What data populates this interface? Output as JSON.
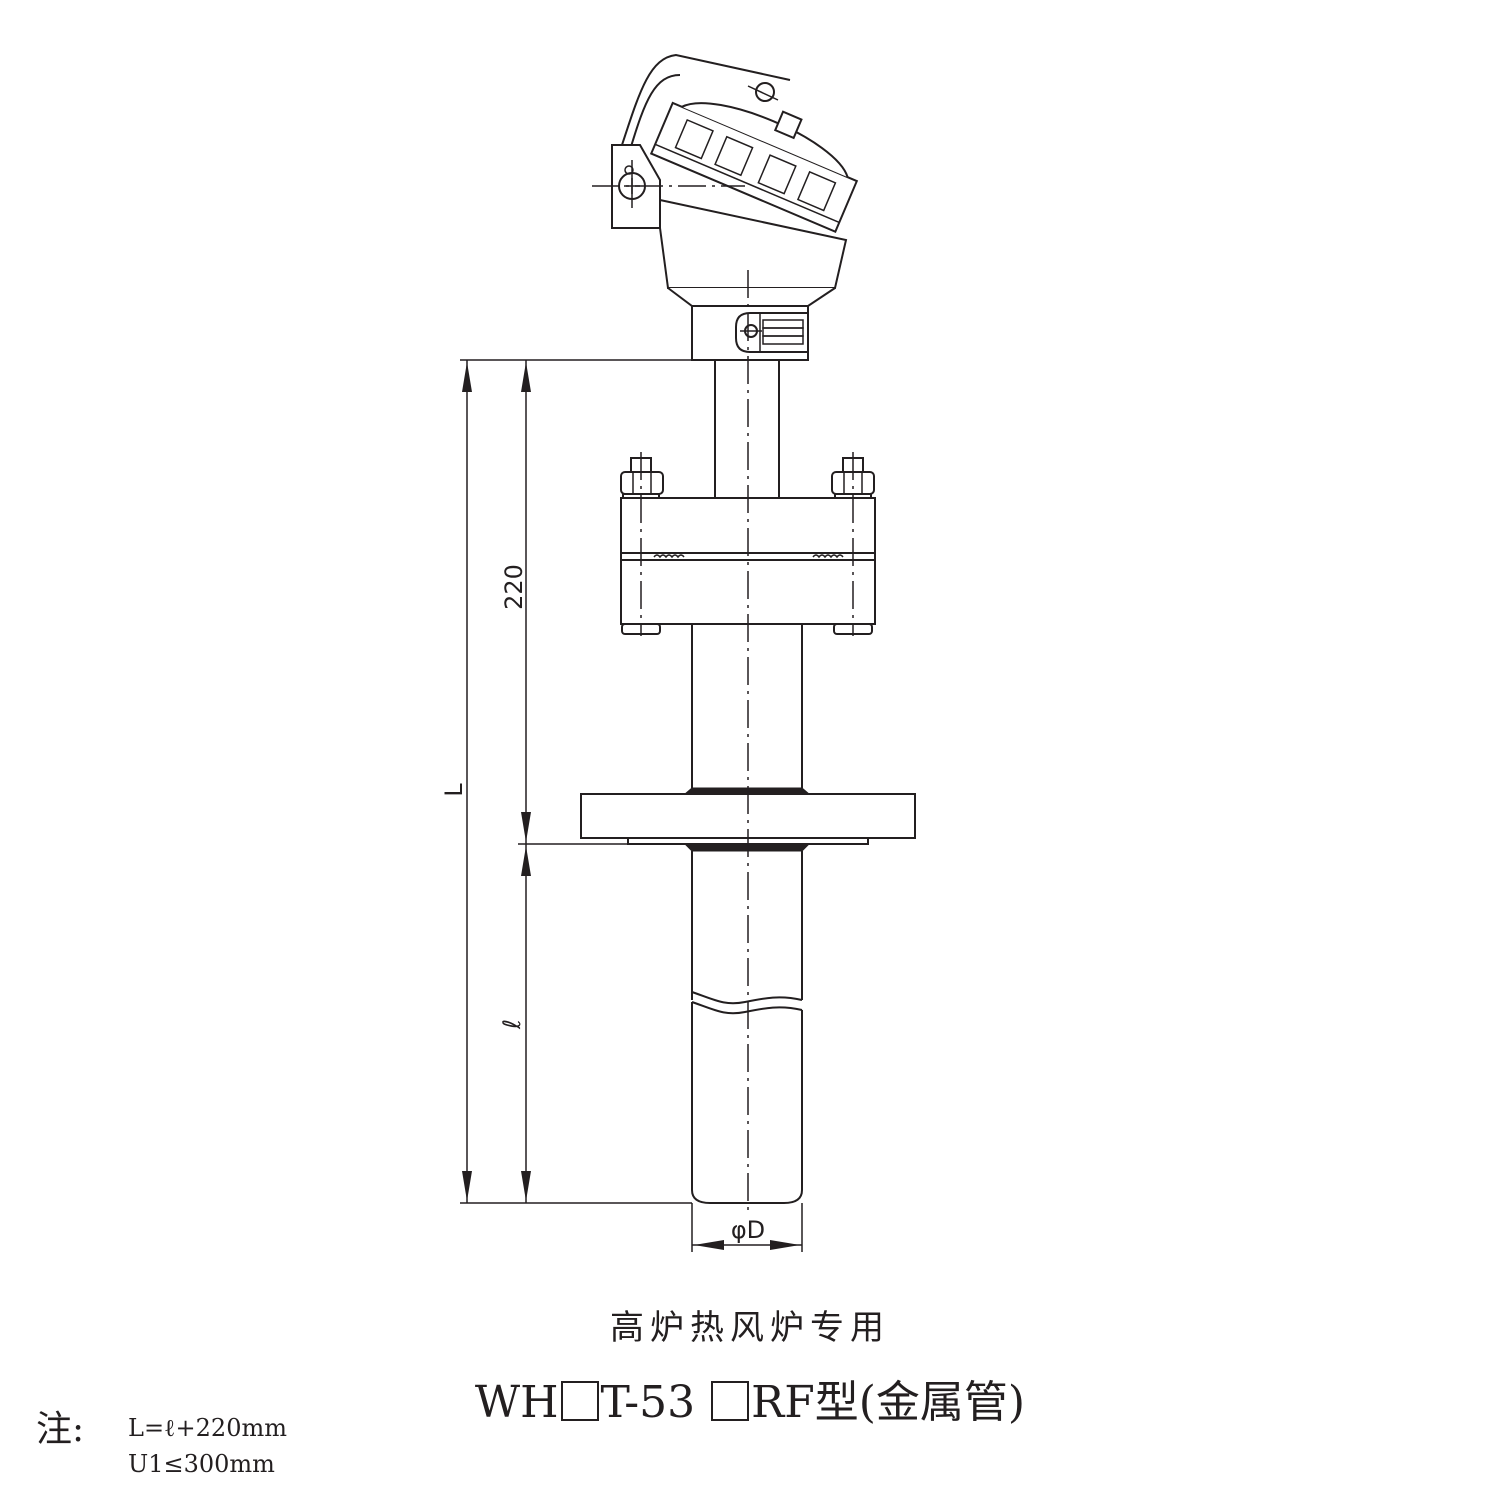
{
  "drawing": {
    "dimensions": {
      "overall_length_label": "L",
      "fixed_length_label": "220",
      "insertion_length_label": "ℓ",
      "diameter_label": "φD"
    },
    "colors": {
      "line": "#231f20",
      "background": "#ffffff"
    }
  },
  "caption": {
    "application": "高炉热风炉专用",
    "model_prefix": "WH",
    "model_middle": "T-53",
    "model_suffix": "RF型(金属管)"
  },
  "notes": {
    "label": "注:",
    "lines": [
      "L=ℓ+220mm",
      "U1≤300mm"
    ]
  }
}
